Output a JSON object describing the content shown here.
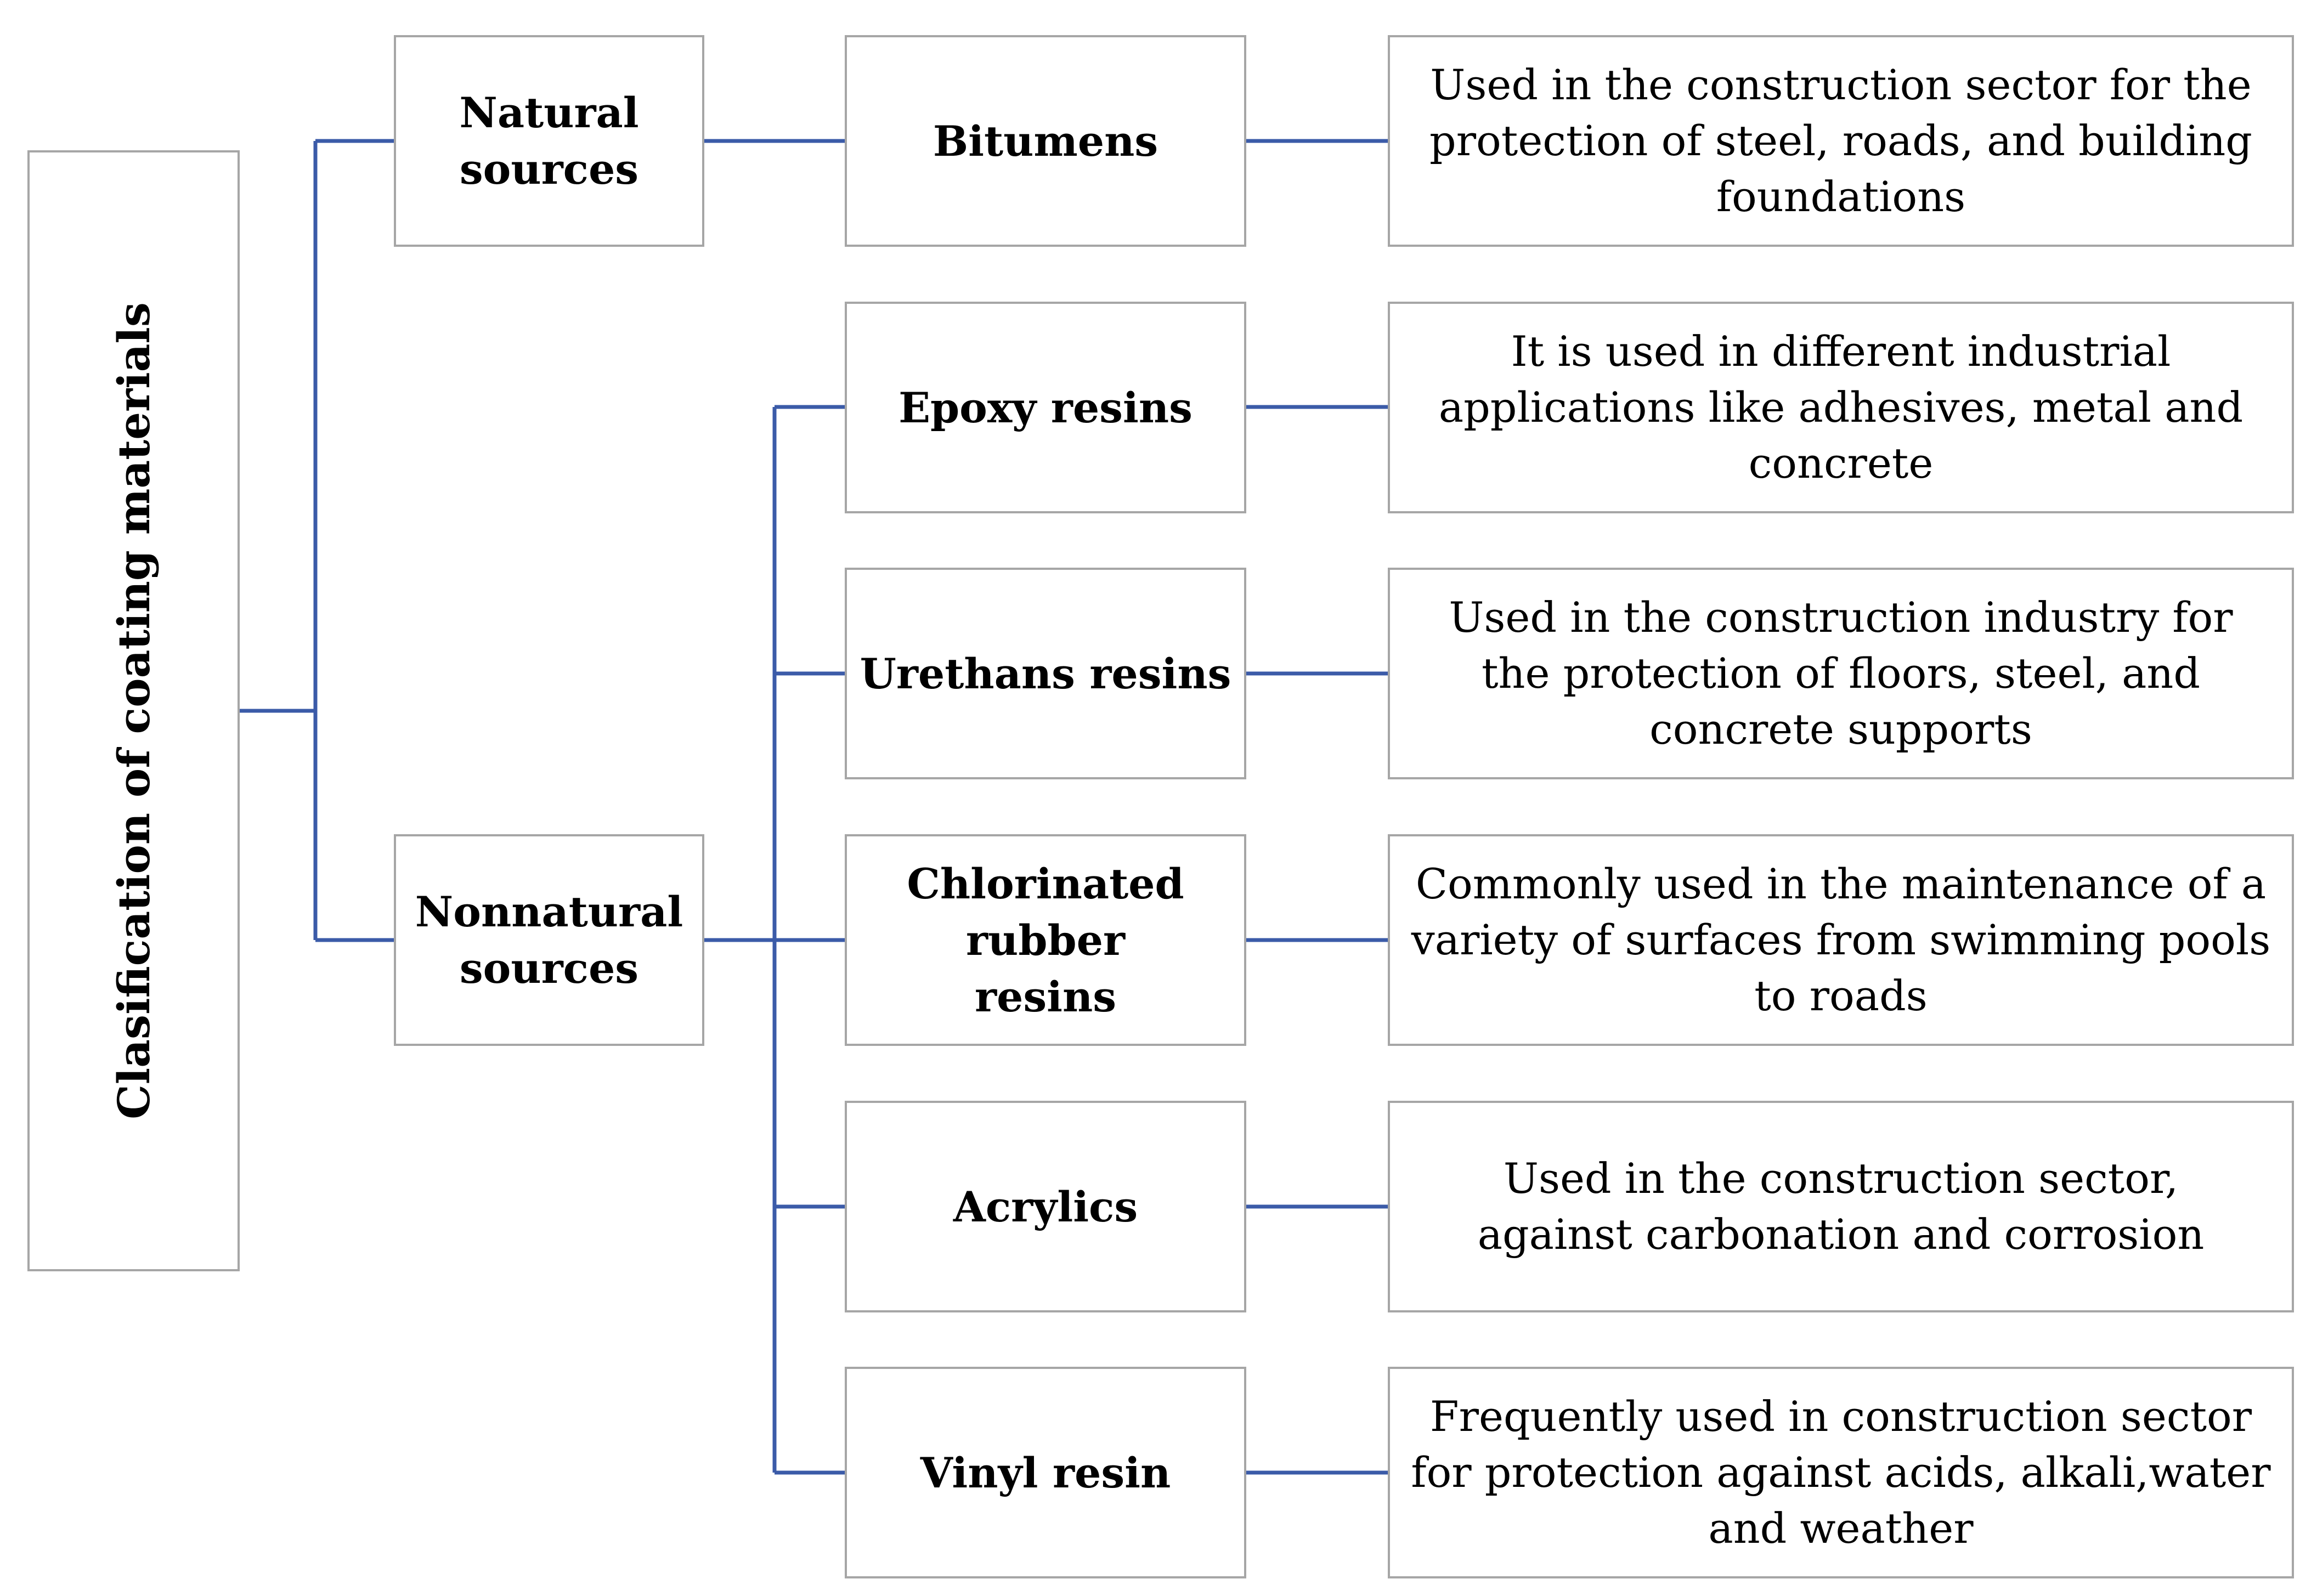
{
  "root": {
    "label": "Clasification of coating materials"
  },
  "connector_color": "#3b5ba8",
  "border_color": "#a6a6a6",
  "groups": [
    {
      "label": "Natural sources"
    },
    {
      "label": "Nonnatural sources"
    }
  ],
  "materials": [
    {
      "name": "Bitumens",
      "description": "Used in the construction sector for the protection of steel, roads, and building foundations"
    },
    {
      "name": "Epoxy resins",
      "description": "It is used in different industrial applications like adhesives, metal and concrete"
    },
    {
      "name": "Urethans resins",
      "description": "Used in the construction industry for the protection of floors, steel, and concrete supports"
    },
    {
      "name": "Chlorinated rubber resins",
      "description": "Commonly used in the maintenance of a variety of surfaces from swimming pools to roads"
    },
    {
      "name": "Acrylics",
      "description": "Used in the construction sector, against carbonation and corrosion"
    },
    {
      "name": "Vinyl resin",
      "description": "Frequently used in construction sector  for protection against acids, alkali,water and weather"
    }
  ]
}
